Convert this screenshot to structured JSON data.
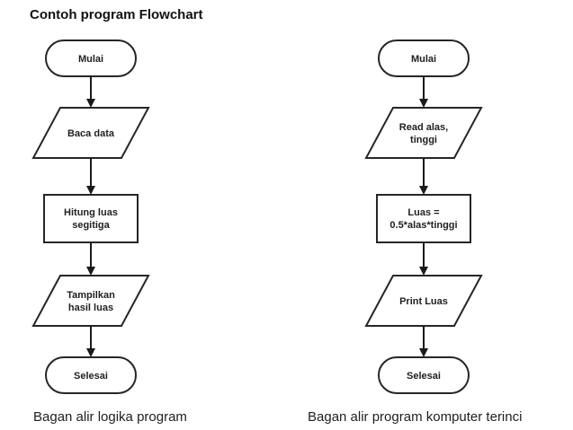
{
  "page": {
    "title": "Contoh program Flowchart",
    "background": "#ffffff"
  },
  "colors": {
    "shape_stroke": "#262626",
    "shape_fill": "#ffffff",
    "text": "#1f1f1f",
    "arrow": "#1a1a1a"
  },
  "flowcharts": [
    {
      "caption": "Bagan alir logika program",
      "nodes": [
        {
          "type": "terminator",
          "lines": [
            "Mulai"
          ]
        },
        {
          "type": "input-output",
          "lines": [
            "Baca data"
          ]
        },
        {
          "type": "process",
          "lines": [
            "Hitung luas",
            "segitiga"
          ]
        },
        {
          "type": "input-output",
          "lines": [
            "Tampilkan",
            "hasil luas"
          ]
        },
        {
          "type": "terminator",
          "lines": [
            "Selesai"
          ]
        }
      ]
    },
    {
      "caption": "Bagan alir program komputer terinci",
      "nodes": [
        {
          "type": "terminator",
          "lines": [
            "Mulai"
          ]
        },
        {
          "type": "input-output",
          "lines": [
            "Read alas,",
            "tinggi"
          ]
        },
        {
          "type": "process",
          "lines": [
            "Luas =",
            "0.5*alas*tinggi"
          ]
        },
        {
          "type": "input-output",
          "lines": [
            "Print Luas"
          ]
        },
        {
          "type": "terminator",
          "lines": [
            "Selesai"
          ]
        }
      ]
    }
  ]
}
